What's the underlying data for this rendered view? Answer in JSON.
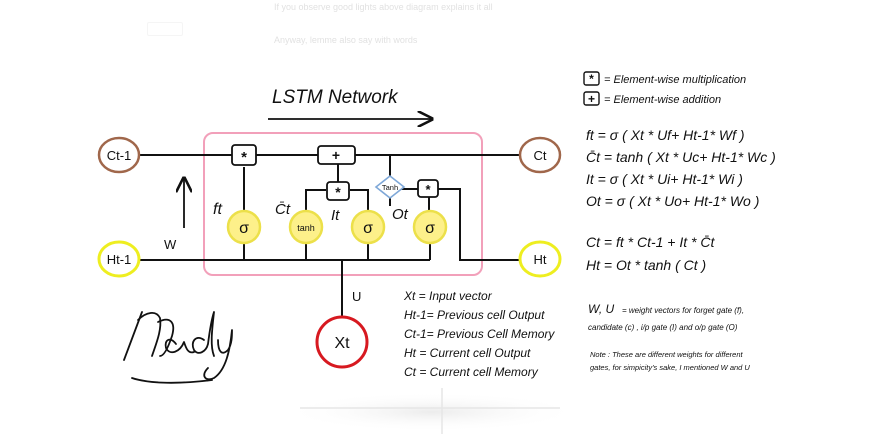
{
  "faint_top": {
    "line1": "If you observe good lights above diagram explains it all",
    "line2": "Anyway, lemme also say with words"
  },
  "title": "LSTM Network",
  "legend": {
    "mult_symbol": "*",
    "mult_text": "= Element-wise multiplication",
    "add_symbol": "+",
    "add_text": "= Element-wise addition"
  },
  "nodes": {
    "c_prev": "Ct-1",
    "h_prev": "Ht-1",
    "c_next": "Ct",
    "h_next": "Ht",
    "x_t": "Xt"
  },
  "gates": {
    "sigma": "σ",
    "tanh": "tanh",
    "tanh_diamond": "Tanh",
    "mult": "*",
    "add": "+",
    "f_label": "ft",
    "c_label": "C̄t",
    "i_label": "It",
    "o_label": "Ot"
  },
  "arrow_labels": {
    "w": "W",
    "u": "U"
  },
  "equations": {
    "f": "ft  =  σ ( Xt * Uf+ Ht-1* Wf )",
    "c": "C̄t  = tanh ( Xt * Uc+ Ht-1* Wc )",
    "i": "It  =  σ ( Xt * Ui+ Ht-1* Wi )",
    "o": "Ot  =  σ  ( Xt * Uo+ Ht-1* Wo )",
    "cell": "Ct  =  ft * Ct-1 +  It * C̄t",
    "hidden": "Ht  =  Ot *  tanh ( Ct )"
  },
  "definitions": [
    "Xt  = Input vector",
    "Ht-1= Previous cell Output",
    "Ct-1= Previous Cell Memory",
    "Ht  = Current cell Output",
    "Ct  = Current cell Memory"
  ],
  "weights_note": {
    "head": "W, U",
    "line1": "= weight vectors for forget gate (f),",
    "line2": "candidate (c) , i/p gate (I) and o/p gate (O)"
  },
  "note": {
    "line1": "Note : These are different weights for different",
    "line2": "gates, for simpicity's sake, I mentioned W and U"
  },
  "signature": "Mady",
  "colors": {
    "cell_border": "#f2a0ba",
    "gate_fill": "#fdf08a",
    "gate_stroke": "#ece04a",
    "c_node": "#a0674b",
    "h_node": "#eeee20",
    "x_node": "#d71920",
    "diamond": "#7fa8d8"
  }
}
